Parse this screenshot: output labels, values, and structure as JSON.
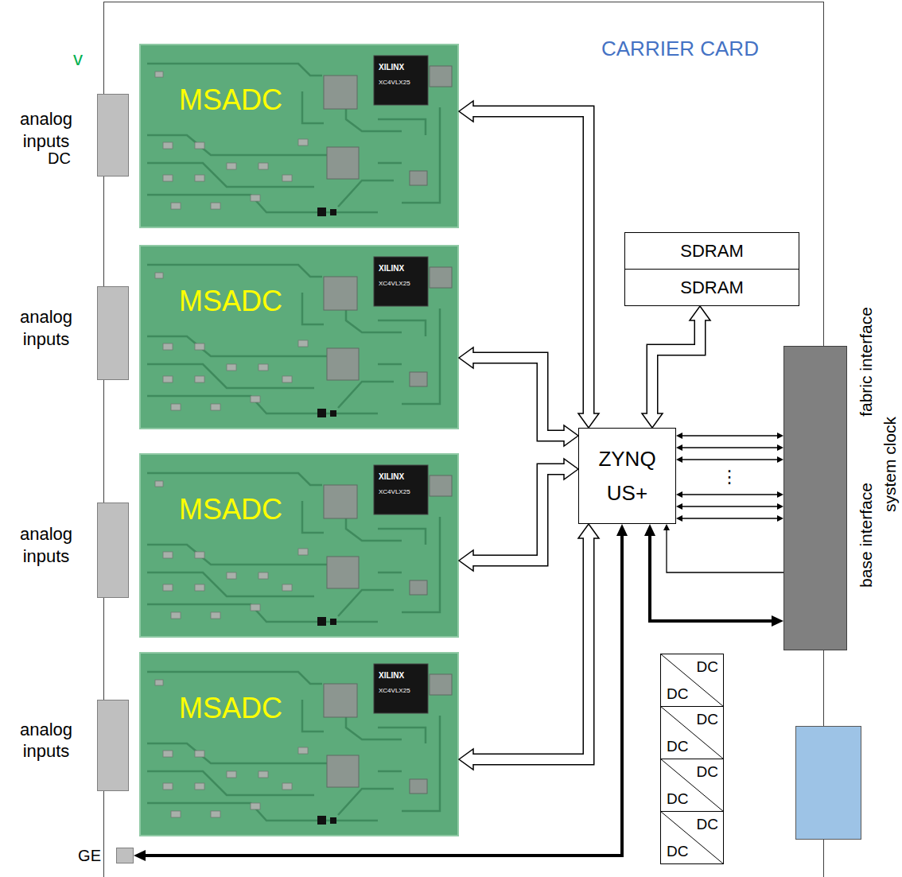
{
  "diagram": {
    "nodes": [
      {
        "text": [
          "CARRIER CARD"
        ]
      },
      {
        "text": [
          "MSADC"
        ],
        "in": 0
      },
      {
        "text": [
          "MSADC"
        ],
        "in": 0
      },
      {
        "text": [
          "MSADC"
        ],
        "in": 0
      },
      {
        "text": [
          "MSADC"
        ],
        "in": 0
      },
      {
        "text": [
          "SDRAM"
        ],
        "in": 0
      },
      {
        "text": [
          "SDRAM"
        ],
        "in": 0
      },
      {
        "text": [
          "ZYNQ US+"
        ],
        "in": 0
      },
      {
        "text": [
          "DC",
          "DC"
        ],
        "in": 0
      },
      {
        "text": [
          "DC",
          "DC"
        ],
        "in": 0
      },
      {
        "text": [
          "DC",
          "DC"
        ],
        "in": 0
      },
      {
        "text": [
          "DC",
          "DC"
        ],
        "in": 0
      },
      {
        "text": [
          "analog inputs"
        ]
      },
      {
        "text": [
          "analog inputs"
        ]
      },
      {
        "text": [
          "analog inputs"
        ]
      },
      {
        "text": [
          "analog inputs"
        ]
      },
      {
        "text": [
          "fabric interface",
          "system clock",
          "base interface"
        ]
      },
      {
        "text": [
          "GE"
        ]
      }
    ],
    "edges": [
      {
        "from": 1,
        "to": 7,
        "arrow": "both"
      },
      {
        "from": 2,
        "to": 7,
        "arrow": "both"
      },
      {
        "from": 3,
        "to": 7,
        "arrow": "both"
      },
      {
        "from": 4,
        "to": 7,
        "arrow": "both"
      },
      {
        "from": 6,
        "to": 7,
        "arrow": "both"
      },
      {
        "from": 7,
        "to": 16,
        "arrow": "both"
      },
      {
        "from": 7,
        "to": 16,
        "arrow": "both"
      },
      {
        "from": 7,
        "to": 16,
        "arrow": "both"
      },
      {
        "from": 7,
        "to": 16,
        "arrow": "both"
      },
      {
        "from": 7,
        "to": 16,
        "arrow": "both"
      },
      {
        "from": 7,
        "to": 16,
        "arrow": "both"
      },
      {
        "from": 16,
        "to": 7,
        "arrow": "to"
      },
      {
        "from": 7,
        "to": 16,
        "arrow": "both"
      },
      {
        "from": 7,
        "to": 17,
        "arrow": "both"
      }
    ],
    "labels": [
      "v",
      "DC",
      "XILINX",
      "XC4VLX25",
      "XILINX",
      "XC4VLX25",
      "XILINX",
      "XC4VLX25",
      "XILINX",
      "XC4VLX25",
      "⋮"
    ]
  }
}
